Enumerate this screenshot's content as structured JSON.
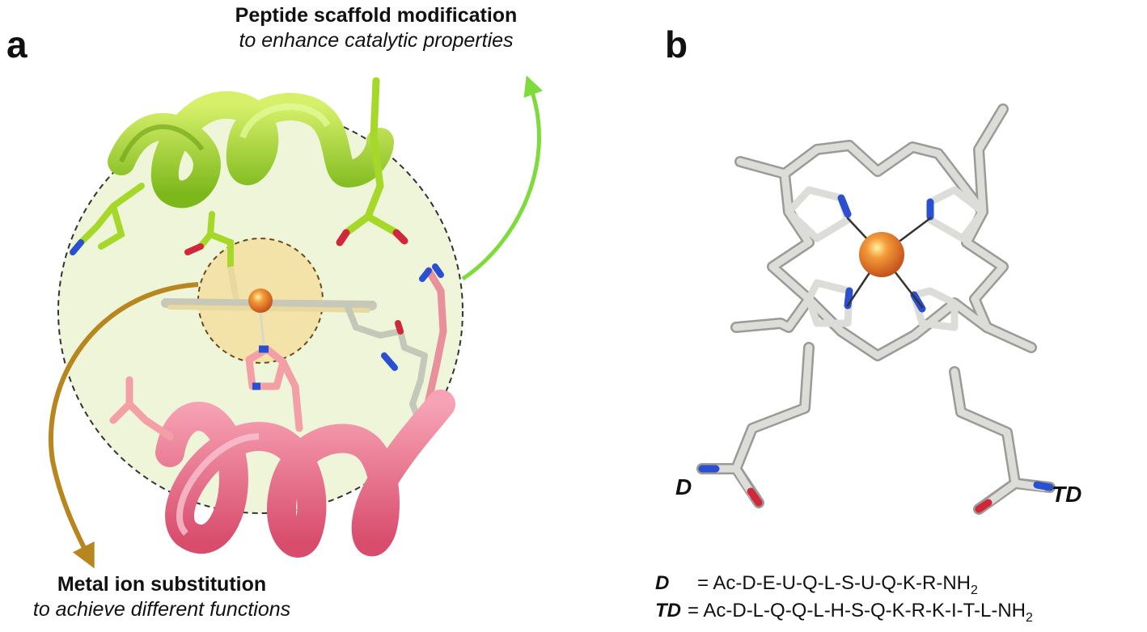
{
  "panels": {
    "a_label": "a",
    "b_label": "b"
  },
  "panel_a": {
    "top_caption": {
      "title": "Peptide scaffold modification",
      "subtitle": "to enhance catalytic properties"
    },
    "bottom_caption": {
      "title": "Metal ion substitution",
      "subtitle": "to achieve different functions"
    },
    "colors": {
      "helix_top": "#a6d82a",
      "helix_bottom": "#e86b88",
      "outer_circle_fill": "#eef5d8",
      "inner_circle_fill": "#f4dfa0",
      "metal": "#e8742a",
      "arrow_green": "#7ddc3c",
      "arrow_gold": "#b8861e"
    }
  },
  "panel_b": {
    "attachment_labels": {
      "left": "D",
      "right": "TD"
    },
    "sequences": [
      {
        "tag": "D",
        "equals": "= ",
        "text": "Ac-D-E-U-Q-L-S-U-Q-K-R-NH",
        "sub": "2"
      },
      {
        "tag": "TD",
        "equals": "= ",
        "text": "Ac-D-L-Q-Q-L-H-S-Q-K-R-K-I-T-L-NH",
        "sub": "2"
      }
    ],
    "colors": {
      "bond": "#d8d8d4",
      "nitrogen": "#2a4fd0",
      "oxygen": "#d0283a",
      "metal": "#e8742a"
    }
  }
}
